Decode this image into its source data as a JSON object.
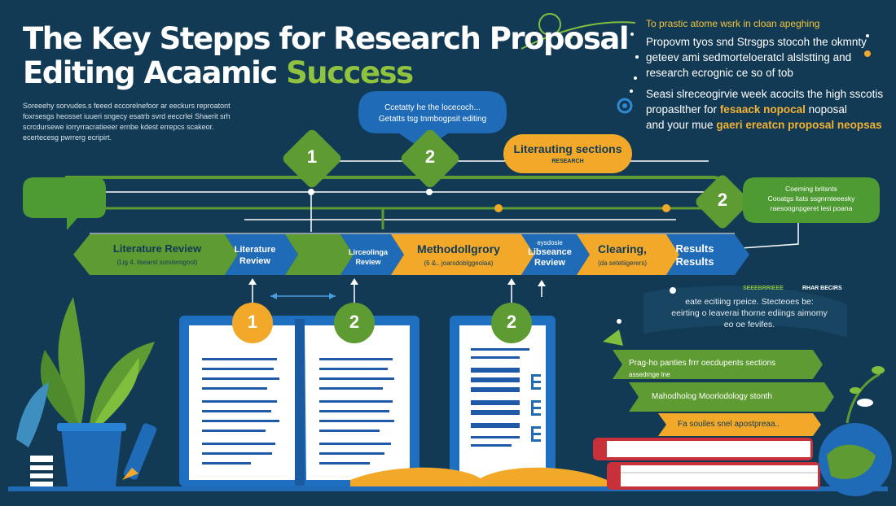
{
  "title": {
    "line1": "The Key Stepps for Research Proposal",
    "line2_prefix": "Editing Acaamic",
    "line2_accent": "Success"
  },
  "intro": {
    "line1": "Soreeehy sorvudes.s feeed eccorelnefoor ar eeckurs reproatont",
    "line2": "foxrsesgs heosset iuueri sngecy esatrb svrd eeccrlei Shaerit srh",
    "line3": "scrcdursewe iorryrracratieeer ernbe kdest errepcs scakeor.",
    "line4": "ecertecesg pwrrerg ecripirt."
  },
  "top_right": {
    "yellow": "To prastic atome wsrk in cloan apeghing",
    "l1": "Propovm tyos snd Strsgps stocoh the okmnty",
    "l2": "geteev ami sedmorteloeratcl alslstting and",
    "l3": "research ecrognic ce so of tob",
    "s2_l1": "Seasi slreceogirvie week acocits the high sscotis",
    "s2_l2_pre": "propaslther for",
    "s2_l2_hl": "fesaack nopocal",
    "s2_l2_post": "noposal",
    "s2_l3_pre": "and your mue",
    "s2_l3_hl": "gaeri ereatcn proposal neopsas"
  },
  "bubble": {
    "l1": "Ccetatty he the locecoch...",
    "l2": "Getatts tsg tnmbogpsit editing"
  },
  "diamonds": {
    "d1": "1",
    "d2": "2",
    "d3": "2"
  },
  "orange_pill": {
    "title": "Literauting sections",
    "sub": "RESEARCH"
  },
  "right_box": {
    "l1": "Coeming britsnts",
    "l2": "Cooatgs itats ssgnrnteeesky",
    "l3": "raesoognpgeret iesi poana"
  },
  "banner": {
    "s1_title": "Literature Review",
    "s1_sub": "(Lig 4. lisearst sorsterogool)",
    "s2": "Literature Review",
    "s3": "Lirceolinga Review",
    "s4_title": "Methodollgrory",
    "s4_sub": "(6  &..  joarsdoblggeolaa)",
    "s5_top": "eysdosie",
    "s5": "Libseance Review",
    "s6_title": "Clearing,",
    "s6_sub": "(da setetiigerers)",
    "s7_l1": "Results",
    "s7_l2": "Results"
  },
  "circles": {
    "c1": "1",
    "c2": "2",
    "c3": "2"
  },
  "lower_right": {
    "tag1": "SEEEBRRIEEE",
    "tag2": "RHAR  BECIRS",
    "l1": "eate ecitiing  rpeice. Stecteoes be:",
    "l2": "eeirting o leaverai thorne ediings aimomy",
    "l3": "eo oe fevifes."
  },
  "ribbons": {
    "r1_l1": "Prag-ho panties frrr oecdupents sections",
    "r1_l2": "assedrnge Ine",
    "r2": "Mahodholog Moorlodology  stonth",
    "r3": "Fa  souiles snel apostpreaa.."
  },
  "colors": {
    "background": "#123a55",
    "green": "#5e9b32",
    "blue": "#1f6bb7",
    "orange": "#f2a92a",
    "accent": "#8fc23f"
  }
}
